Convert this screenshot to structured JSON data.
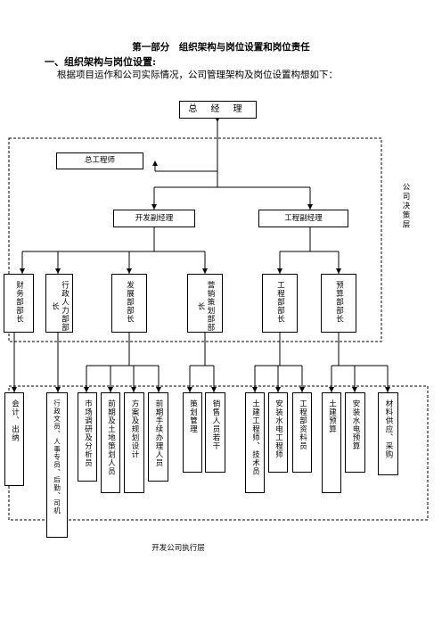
{
  "document": {
    "title": "第一部分　组织架构与岗位设置和岗位责任",
    "subheading": "一、组织架构与岗位设置:",
    "intro": "根据项目运作和公司实际情况，公司管理架构及岗位设置构想如下："
  },
  "org_chart": {
    "ceo": "总 经 理",
    "chief_engineer": "总工程师",
    "vp_development": "开发副经理",
    "vp_engineering": "工程副经理",
    "departments": {
      "finance": "财务部部长",
      "admin_hr": "行政人力部部长",
      "development": "发展部部长",
      "marketing": "营销策划部部长",
      "engineering": "工程部部长",
      "budget": "预算部部长"
    },
    "staff": {
      "accounting": "会计、出纳",
      "admin_staff": "行政文员、人事专员、后勤、司机",
      "market_research": "市场调研及分析员",
      "land_planning": "前期及土地策划人员",
      "scheme_design": "方案及规划设计",
      "procedures": "前期手续办理人员",
      "planning_mgmt": "策划管理",
      "sales": "销售人员若干",
      "civil_engineer": "土建工程师、技术员",
      "mep_engineer": "安装水电工程师",
      "eng_documents": "工程部资料员",
      "civil_budget": "土建预算",
      "mep_budget": "安装水电预算",
      "procurement": "材料供应、采购"
    },
    "decision_layer_label": "公司决策层",
    "execution_layer_label": "开发公司执行层"
  }
}
